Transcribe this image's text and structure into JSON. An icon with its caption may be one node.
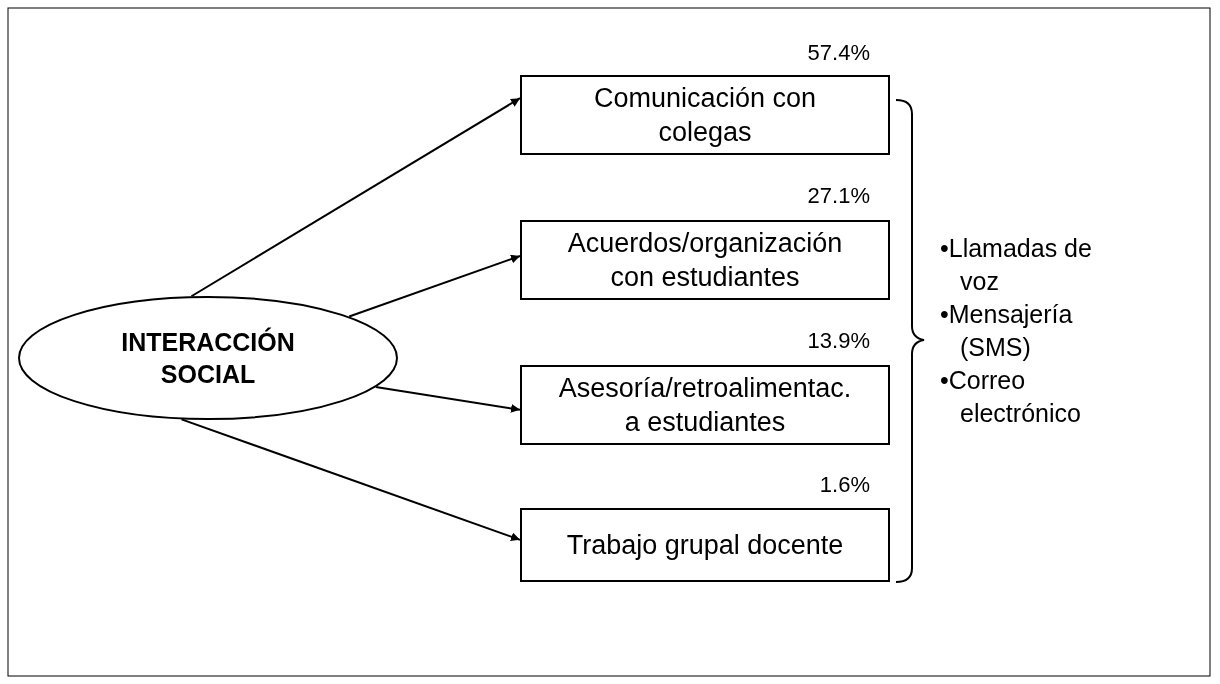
{
  "diagram": {
    "nodes": [
      {
        "text": [
          "INTERACCIÓN SOCIAL"
        ]
      },
      {
        "text": [
          "Comunicación con colegas"
        ],
        "beside": [
          "57.4%"
        ]
      },
      {
        "text": [
          "Acuerdos/organización con estudiantes"
        ],
        "beside": [
          "27.1%"
        ]
      },
      {
        "text": [
          "Asesoría/retroalimentac. a estudiantes"
        ],
        "beside": [
          "13.9%"
        ]
      },
      {
        "text": [
          "Trabajo grupal docente"
        ],
        "beside": [
          "1.6%"
        ]
      }
    ],
    "edges": [
      {
        "from": 0,
        "to": 1,
        "arrow": "to"
      },
      {
        "from": 0,
        "to": 2,
        "arrow": "to"
      },
      {
        "from": 0,
        "to": 3,
        "arrow": "to"
      },
      {
        "from": 0,
        "to": 4,
        "arrow": "to"
      }
    ],
    "labels": [
      "•Llamadas de voz",
      "•Mensajería (SMS)",
      "•Correo electrónico"
    ]
  }
}
